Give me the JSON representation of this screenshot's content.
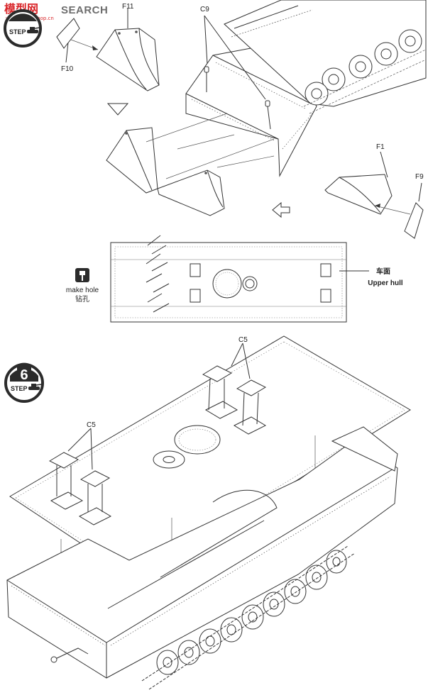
{
  "watermark": {
    "brand_red": "模型网",
    "brand_gray": "SEARCH",
    "sub_cn": "www.hobbyshop.cn"
  },
  "steps": [
    {
      "number": "",
      "label": "STEP"
    },
    {
      "number": "6",
      "label": "STEP"
    }
  ],
  "parts": {
    "f11": "F11",
    "f10": "F10",
    "c9": "C9",
    "f1": "F1",
    "f9": "F9",
    "c5_top": "C5",
    "c5_left": "C5"
  },
  "upper_hull": {
    "label_cn": "车面",
    "label_en": "Upper hull"
  },
  "make_hole": {
    "label_en": "make hole",
    "label_cn": "钻孔"
  },
  "colors": {
    "brand_red": "#d9262a",
    "step_dark": "#2b2b2b",
    "line": "#333333"
  }
}
